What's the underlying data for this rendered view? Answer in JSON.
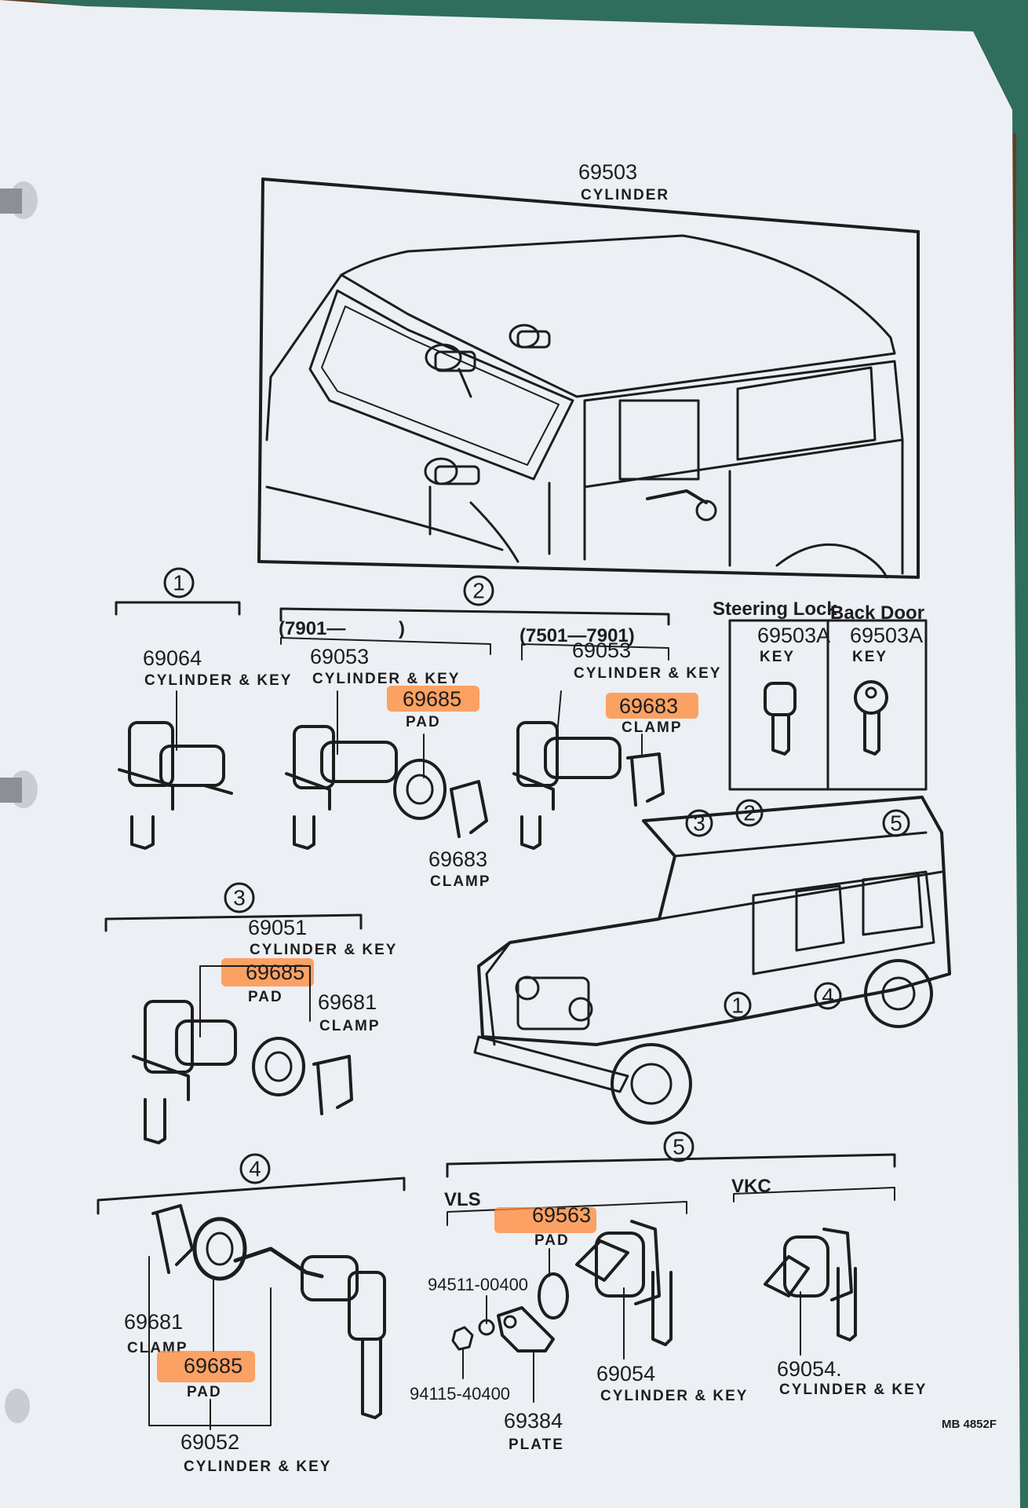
{
  "top_part": {
    "number": "69503",
    "name": "CYLINDER"
  },
  "callouts": [
    "1",
    "2",
    "3",
    "4",
    "5"
  ],
  "group1": {
    "callout": "1",
    "part": {
      "number": "69064",
      "name": "CYLINDER & KEY"
    }
  },
  "group2": {
    "callout": "2",
    "range_a": "(7901—",
    "range_a_close": ")",
    "range_b": "(7501—7901)",
    "a_cylinder": {
      "number": "69053",
      "name": "CYLINDER & KEY"
    },
    "a_pad": {
      "number": "69685",
      "name": "PAD"
    },
    "a_clamp": {
      "number": "69683",
      "name": "CLAMP"
    },
    "b_cylinder": {
      "number": "69053",
      "name": "CYLINDER & KEY"
    },
    "b_clamp": {
      "number": "69683",
      "name": "CLAMP"
    }
  },
  "key_box": {
    "steering_title": "Steering Lock",
    "backdoor_title": "Back Door",
    "steering_key": {
      "number": "69503A",
      "name": "KEY"
    },
    "backdoor_key": {
      "number": "69503A",
      "name": "KEY"
    }
  },
  "group3": {
    "callout": "3",
    "cylinder": {
      "number": "69051",
      "name": "CYLINDER & KEY"
    },
    "pad": {
      "number": "69685",
      "name": "PAD"
    },
    "clamp": {
      "number": "69681",
      "name": "CLAMP"
    }
  },
  "vehicle_callouts": [
    "3",
    "2",
    "5",
    "1",
    "4"
  ],
  "group4": {
    "callout": "4",
    "clamp": {
      "number": "69681",
      "name": "CLAMP"
    },
    "pad": {
      "number": "69685",
      "name": "PAD"
    },
    "cylinder": {
      "number": "69052",
      "name": "CYLINDER & KEY"
    }
  },
  "group5": {
    "callout": "5",
    "vls": "VLS",
    "vkc": "VKC",
    "pad": {
      "number": "69563",
      "name": "PAD"
    },
    "washer": {
      "number": "94511-00400"
    },
    "nut": {
      "number": "94115-40400"
    },
    "plate": {
      "number": "69384",
      "name": "PLATE"
    },
    "vls_cylinder": {
      "number": "69054",
      "name": "CYLINDER & KEY"
    },
    "vkc_cylinder": {
      "number": "69054.",
      "name": "CYLINDER & KEY"
    }
  },
  "footer_code": "MB 4852F",
  "highlight_color": "#ff8a3a"
}
